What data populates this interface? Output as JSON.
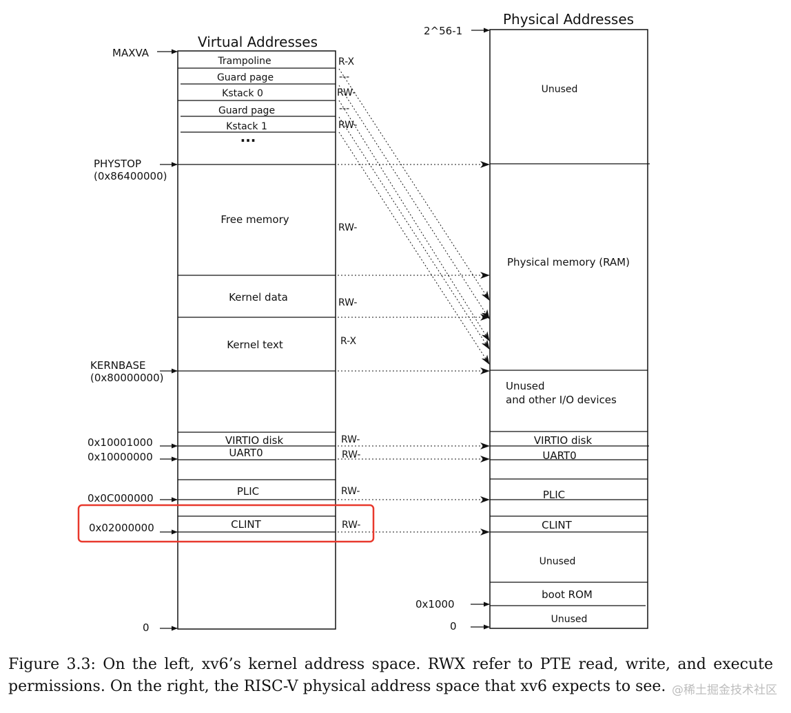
{
  "titles": {
    "virtual": "Virtual Addresses",
    "physical": "Physical Addresses"
  },
  "virtual_rows": {
    "trampoline": "Trampoline",
    "guard_page_1": "Guard page",
    "kstack_0": "Kstack 0",
    "guard_page_2": "Guard page",
    "kstack_1": "Kstack 1",
    "ellipsis": "...",
    "free_memory": "Free memory",
    "kernel_data": "Kernel data",
    "kernel_text": "Kernel text",
    "virtio_disk": "VIRTIO disk",
    "uart0": "UART0",
    "plic": "PLIC",
    "clint": "CLINT"
  },
  "permissions": {
    "trampoline": "R-X",
    "guard_page_1": "---",
    "kstack_0": "RW-",
    "guard_page_2": "---",
    "kstack_1": "RW-",
    "free_memory": "RW-",
    "kernel_data": "RW-",
    "kernel_text": "R-X",
    "virtio_disk": "RW-",
    "uart0": "RW-",
    "plic": "RW-",
    "clint": "RW-"
  },
  "virtual_addresses": {
    "maxva": "MAXVA",
    "phystop": "PHYSTOP",
    "phystop_value": "(0x86400000)",
    "kernbase": "KERNBASE",
    "kernbase_value": "(0x80000000)",
    "virtio": "0x10001000",
    "uart": "0x10000000",
    "plic": "0x0C000000",
    "clint": "0x02000000",
    "zero": "0"
  },
  "physical_rows": {
    "unused_top": "Unused",
    "ram": "Physical memory (RAM)",
    "unused_io_1": "Unused",
    "unused_io_2": "and other I/O devices",
    "virtio_disk": "VIRTIO disk",
    "uart0": "UART0",
    "plic": "PLIC",
    "clint": "CLINT",
    "unused_mid": "Unused",
    "boot_rom": "boot ROM",
    "unused_bottom": "Unused"
  },
  "physical_addresses": {
    "top": "2^56-1",
    "boot": "0x1000",
    "zero": "0"
  },
  "caption": "Figure 3.3: On the left, xv6’s kernel address space. RWX refer to PTE read, write, and execute permissions. On the right, the RISC-V physical address space that xv6 expects to see.",
  "watermark": "@稀土掘金技术社区",
  "colors": {
    "highlight": "#e8382c",
    "line": "#111111"
  }
}
